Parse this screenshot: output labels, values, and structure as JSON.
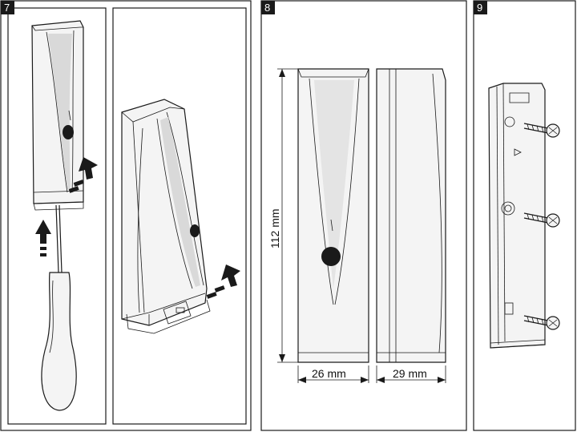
{
  "panels": [
    {
      "number": "7"
    },
    {
      "number": "8"
    },
    {
      "number": "9"
    }
  ],
  "dimensions": {
    "height": "112 mm",
    "width": "26 mm",
    "depth": "29 mm"
  },
  "colors": {
    "ink": "#1a1a1a",
    "paper": "#ffffff",
    "device": "#f4f4f4"
  }
}
